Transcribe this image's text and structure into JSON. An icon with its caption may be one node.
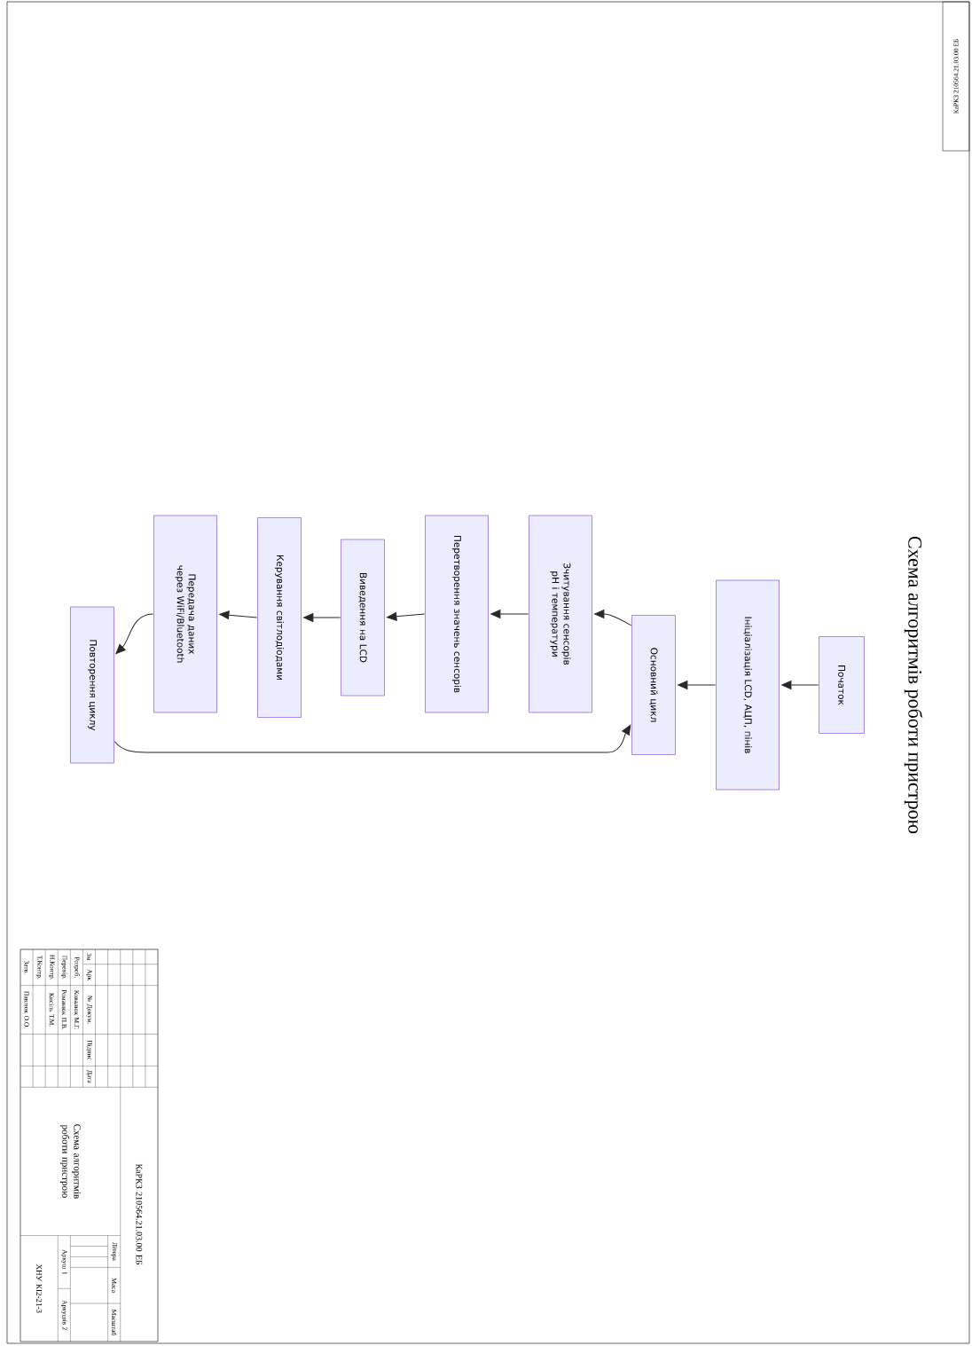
{
  "diagram": {
    "title": "Схема алгоритмів роботи пристрою",
    "nodes": [
      {
        "text": [
          "Початок"
        ]
      },
      {
        "text": [
          "Ініціалізація LCD, АЦП, пінів"
        ]
      },
      {
        "text": [
          "Основний цикл"
        ]
      },
      {
        "text": [
          "Зчитування сенсорів pH і температури"
        ]
      },
      {
        "text": [
          "Перетворення значень сенсорів"
        ]
      },
      {
        "text": [
          "Виведення на LCD"
        ]
      },
      {
        "text": [
          "Керування світлодіодами"
        ]
      },
      {
        "text": [
          "Передача даних через WiFi/Bluetooth"
        ]
      },
      {
        "text": [
          "Повторення циклу"
        ]
      }
    ],
    "edges": [
      {
        "from": 0,
        "to": 1,
        "arrow": "to"
      },
      {
        "from": 1,
        "to": 2,
        "arrow": "to"
      },
      {
        "from": 2,
        "to": 3,
        "arrow": "to"
      },
      {
        "from": 3,
        "to": 4,
        "arrow": "to"
      },
      {
        "from": 4,
        "to": 5,
        "arrow": "to"
      },
      {
        "from": 5,
        "to": 6,
        "arrow": "to"
      },
      {
        "from": 6,
        "to": 7,
        "arrow": "to"
      },
      {
        "from": 7,
        "to": 8,
        "arrow": "to"
      },
      {
        "from": 8,
        "to": 2,
        "arrow": "to"
      }
    ],
    "labels": [
      "КаРКЗ 210564.21.03.00 ЕБ",
      "КаРКЗ 210564.21.03.00 ЕБ",
      "Зм",
      "Арк",
      "№ Докум.",
      "Підпис",
      "Дата",
      "Розроб.",
      "Ковалюк М.Г.",
      "Перевір.",
      "Романюк П.В.",
      "Н.Контр.",
      "Кисіль Т.М.",
      "Т.Контр.",
      "Затв.",
      "Павлюк О.О.",
      "Схема алгоритмів роботи пристрою",
      "Літера",
      "Маса",
      "Масштаб",
      "Аркуш 1",
      "Аркушів 2",
      "ХНУ КІ2-21-3"
    ]
  }
}
